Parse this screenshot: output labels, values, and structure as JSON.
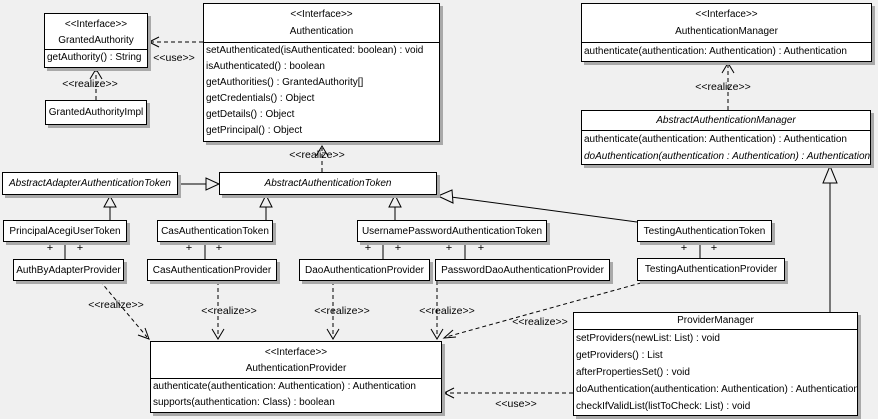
{
  "edge_labels": {
    "use": "<<use>>",
    "realize": "<<realize>>",
    "plus": "+"
  },
  "colors": {
    "background": "#f0f0f0",
    "box_fill": "#ffffff",
    "line": "#000000",
    "shadow": "#a9a9a9"
  },
  "classes": {
    "granted_authority": {
      "stereotype": "<<Interface>>",
      "name": "GrantedAuthority",
      "methods": [
        "getAuthority() : String"
      ]
    },
    "granted_authority_impl": {
      "name": "GrantedAuthorityImpl"
    },
    "authentication": {
      "stereotype": "<<Interface>>",
      "name": "Authentication",
      "methods": [
        "setAuthenticated(isAuthenticated: boolean) : void",
        "isAuthenticated() : boolean",
        "getAuthorities() : GrantedAuthority[]",
        "getCredentials() : Object",
        "getDetails() : Object",
        "getPrincipal() : Object"
      ]
    },
    "authentication_manager": {
      "stereotype": "<<Interface>>",
      "name": "AuthenticationManager",
      "methods": [
        "authenticate(authentication: Authentication) : Authentication"
      ]
    },
    "abstract_authentication_manager": {
      "name": "AbstractAuthenticationManager",
      "methods": [
        "authenticate(authentication: Authentication) : Authentication",
        "doAuthentication(authentication : Authentication) : Authentication"
      ]
    },
    "abstract_adapter_authentication_token": {
      "name": "AbstractAdapterAuthenticationToken"
    },
    "abstract_authentication_token": {
      "name": "AbstractAuthenticationToken"
    },
    "principal_acegi_user_token": {
      "name": "PrincipalAcegiUserToken"
    },
    "cas_authentication_token": {
      "name": "CasAuthenticationToken"
    },
    "username_password_authentication_token": {
      "name": "UsernamePasswordAuthenticationToken"
    },
    "testing_authentication_token": {
      "name": "TestingAuthenticationToken"
    },
    "auth_by_adapter_provider": {
      "name": "AuthByAdapterProvider"
    },
    "cas_authentication_provider": {
      "name": "CasAuthenticationProvider"
    },
    "dao_authentication_provider": {
      "name": "DaoAuthenticationProvider"
    },
    "password_dao_authentication_provider": {
      "name": "PasswordDaoAuthenticationProvider"
    },
    "testing_authentication_provider": {
      "name": "TestingAuthenticationProvider"
    },
    "authentication_provider": {
      "stereotype": "<<Interface>>",
      "name": "AuthenticationProvider",
      "methods": [
        "authenticate(authentication: Authentication) : Authentication",
        "supports(authentication: Class) : boolean"
      ]
    },
    "provider_manager": {
      "name": "ProviderManager",
      "methods": [
        "setProviders(newList: List) : void",
        "getProviders() : List",
        "afterPropertiesSet() : void",
        "doAuthentication(authentication: Authentication) : Authentication",
        "checkIfValidList(listToCheck: List) : void"
      ]
    }
  }
}
